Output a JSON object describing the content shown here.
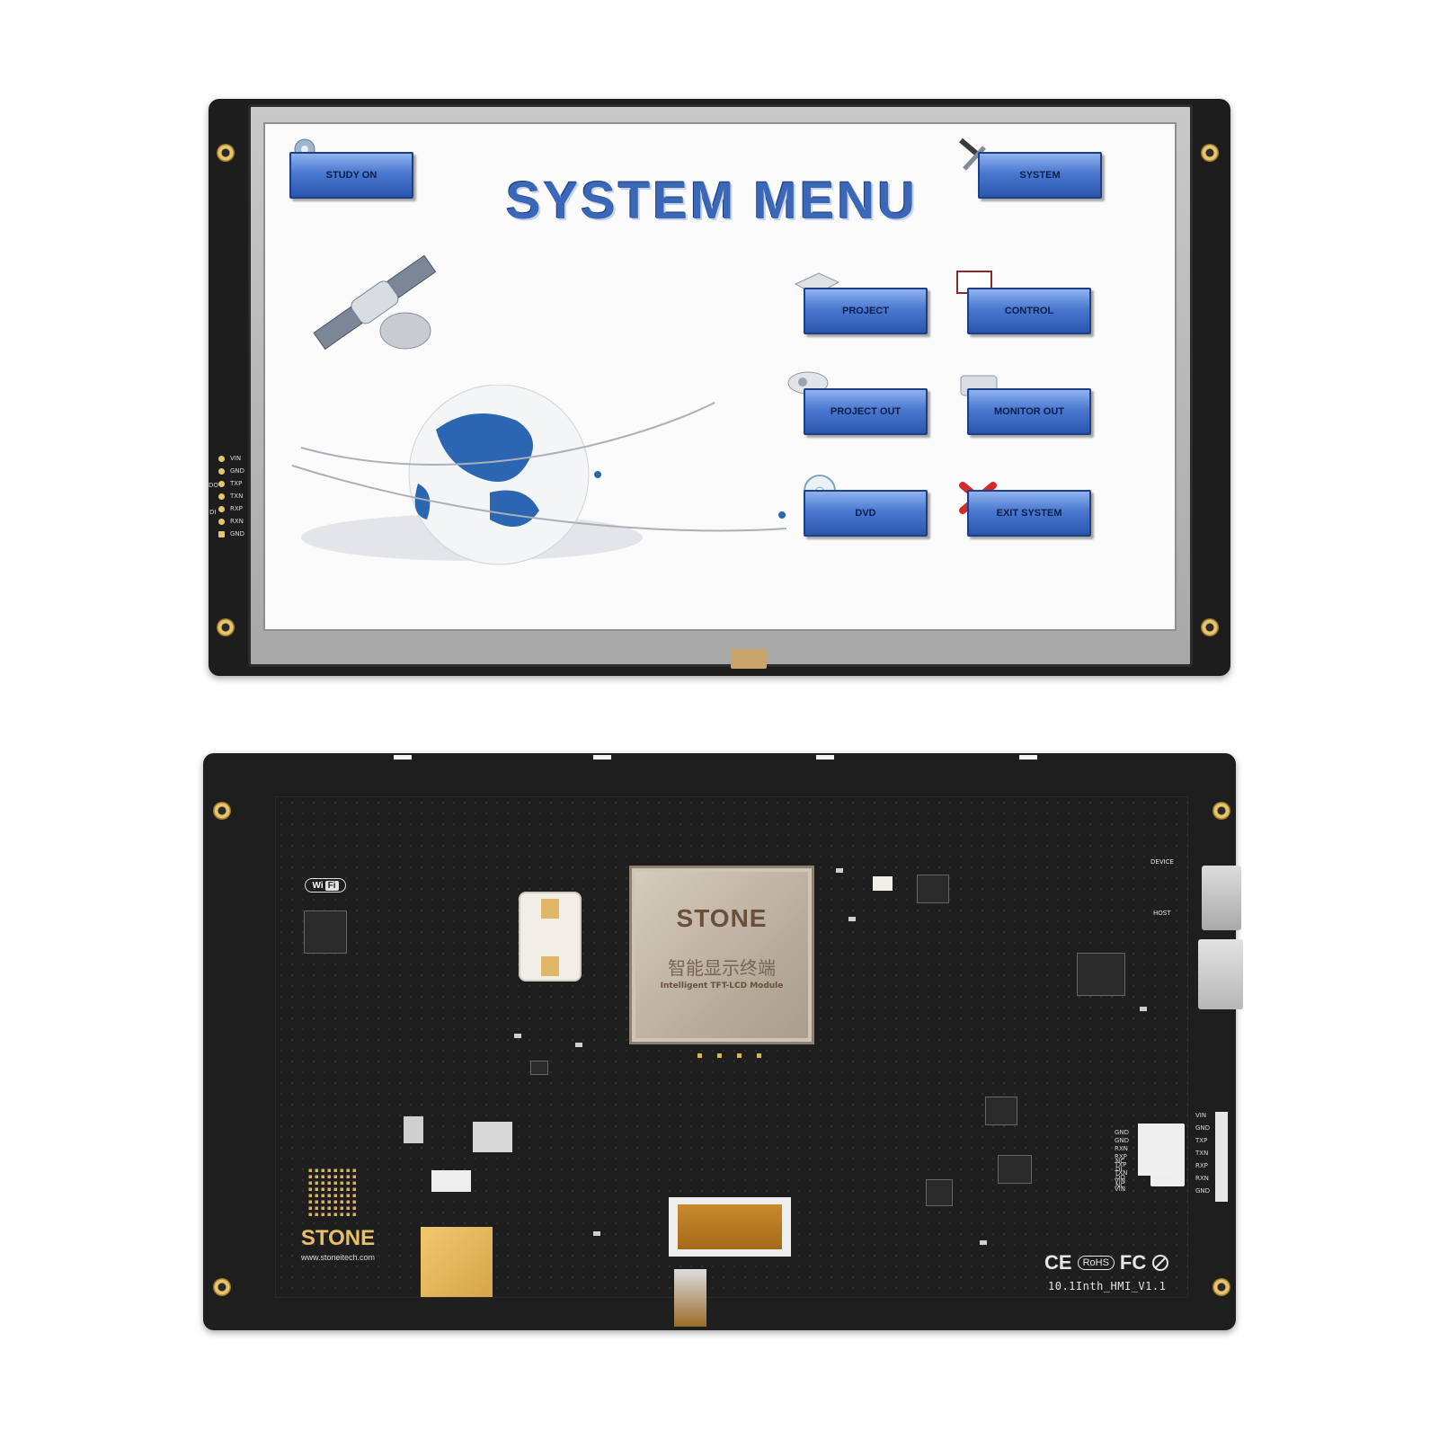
{
  "front": {
    "screen_title": "SYSTEM MENU",
    "buttons": [
      {
        "id": "study-on",
        "label": "STUDY ON"
      },
      {
        "id": "system",
        "label": "SYSTEM"
      },
      {
        "id": "project",
        "label": "PROJECT"
      },
      {
        "id": "control",
        "label": "CONTROL"
      },
      {
        "id": "project-out",
        "label": "PROJECT OUT"
      },
      {
        "id": "monitor-out",
        "label": "MONITOR OUT"
      },
      {
        "id": "dvd",
        "label": "DVD"
      },
      {
        "id": "exit-system",
        "label": "EXIT SYSTEM"
      }
    ],
    "pins": [
      "VIN",
      "GND",
      "TXP",
      "TXN",
      "RXP",
      "RXN",
      "GND"
    ],
    "pin_groups": [
      "DO",
      "DI"
    ]
  },
  "back": {
    "chip_brand": "STONE",
    "chip_cn": "智能显示终端",
    "chip_sub": "Intelligent TFT-LCD Module",
    "logo_text": "STONE",
    "logo_url": "www.stoneitech.com",
    "wifi_left": "Wi",
    "wifi_right": "Fi",
    "cert_ce": "CE",
    "cert_rohs": "RoHS",
    "cert_fc": "FC",
    "board_version": "10.1Inth_HMI_V1.1",
    "usb_labels": {
      "device": "DEVICE",
      "host": "HOST"
    },
    "right_pins": [
      "VIN",
      "GND",
      "TXP",
      "TXN",
      "RXP",
      "RXN",
      "GND"
    ],
    "connector_left_labels": [
      "GND",
      "GND",
      "RXN",
      "RXP",
      "TXP",
      "TXN",
      "VIN",
      "VIN"
    ],
    "connector_mid_labels": [
      "NC",
      "DI",
      "DO",
      "NC"
    ]
  },
  "colors": {
    "button": "#4a78d0",
    "title": "#3a67b8",
    "board": "#1e1e1e",
    "gold": "#e9c067"
  }
}
